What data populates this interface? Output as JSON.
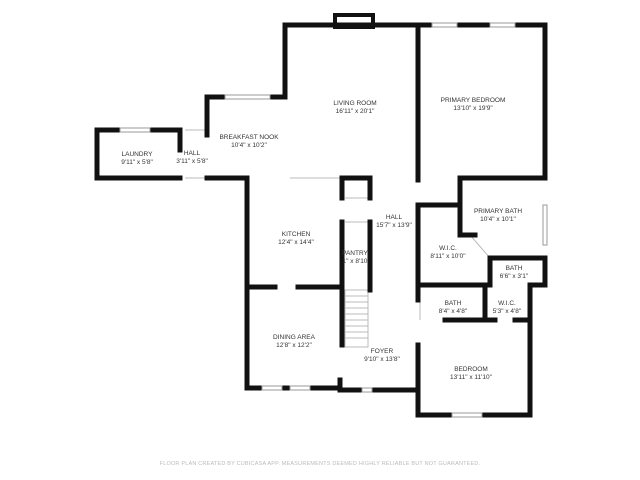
{
  "rooms": [
    {
      "name": "LIVING ROOM",
      "size": "16'11\" x 20'1\""
    },
    {
      "name": "PRIMARY BEDROOM",
      "size": "13'10\" x 19'9\""
    },
    {
      "name": "BREAKFAST NOOK",
      "size": "10'4\" x 10'2\""
    },
    {
      "name": "LAUNDRY",
      "size": "9'11\" x 5'8\""
    },
    {
      "name": "HALL",
      "size": "3'11\" x 5'8\""
    },
    {
      "name": "PRIMARY BATH",
      "size": "10'4\" x 10'1\""
    },
    {
      "name": "HALL",
      "size": "15'7\" x 13'9\""
    },
    {
      "name": "KITCHEN",
      "size": "12'4\" x 14'4\""
    },
    {
      "name": "PANTRY",
      "size": "1\" x 8'10"
    },
    {
      "name": "W.I.C.",
      "size": "8'11\" x 10'0\""
    },
    {
      "name": "BATH",
      "size": "6'6\" x 3'1\""
    },
    {
      "name": "BATH",
      "size": "8'4\" x 4'8\""
    },
    {
      "name": "W.I.C.",
      "size": "5'3\" x 4'8\""
    },
    {
      "name": "DINING AREA",
      "size": "12'8\" x 12'2\""
    },
    {
      "name": "FOYER",
      "size": "9'10\" x 13'8\""
    },
    {
      "name": "BEDROOM",
      "size": "13'11\" x 11'10\""
    }
  ],
  "footer": "FLOOR PLAN CREATED BY CUBICASA APP. MEASUREMENTS DEEMED HIGHLY RELIABLE BUT NOT GUARANTEED."
}
